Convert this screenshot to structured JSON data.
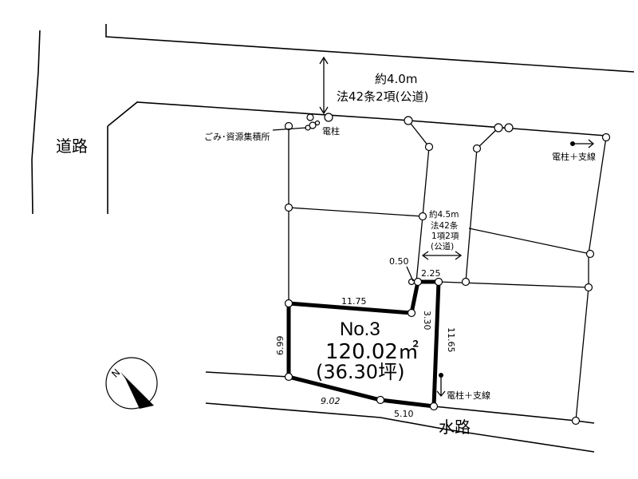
{
  "roads": {
    "road_left": "道路",
    "public_road_top_width": "約4.0m",
    "public_road_top_law": "法42条2項(公道)",
    "public_road_mid_width": "約4.5m",
    "public_road_mid_law_1": "法42条",
    "public_road_mid_law_2": "1項2項",
    "public_road_mid_law_3": "(公道)",
    "waterway": "水路"
  },
  "facilities": {
    "garbage_point": "ごみ･資源集積所",
    "utility_pole": "電柱",
    "utility_pole_guy_right": "電柱＋支線",
    "utility_pole_guy_bottom": "電柱＋支線"
  },
  "lot": {
    "number": "No.3",
    "area_sqm": "120.02㎡",
    "area_tsubo": "(36.30坪)"
  },
  "dimensions": {
    "top": "11.75",
    "left": "6.99",
    "notch_vertical": "3.30",
    "notch_small": "0.50",
    "notch_top": "2.25",
    "right": "11.65",
    "bottom_left": "9.02",
    "bottom_right": "5.10"
  },
  "compass": {
    "north_label": "N"
  }
}
